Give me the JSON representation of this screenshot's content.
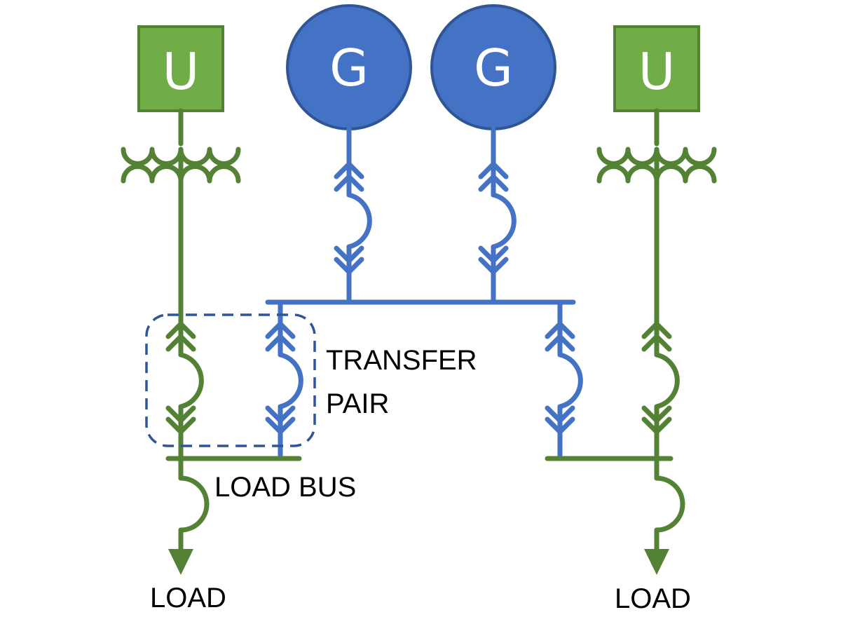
{
  "diagram": {
    "title": "Transfer pair one-line diagram",
    "colors": {
      "utility_fill": "#70AD47",
      "utility_stroke": "#548235",
      "generator_fill": "#4472C4",
      "generator_stroke": "#2F5597",
      "outline_dashed": "#2F5597",
      "text": "#000000"
    },
    "sources": [
      {
        "id": "utility-left",
        "type": "utility",
        "symbol": "square",
        "label": "U"
      },
      {
        "id": "generator-1",
        "type": "generator",
        "symbol": "circle",
        "label": "G"
      },
      {
        "id": "generator-2",
        "type": "generator",
        "symbol": "circle",
        "label": "G"
      },
      {
        "id": "utility-right",
        "type": "utility",
        "symbol": "square",
        "label": "U"
      }
    ],
    "transformers": [
      {
        "id": "transformer-left",
        "source": "utility-left"
      },
      {
        "id": "transformer-right",
        "source": "utility-right"
      }
    ],
    "breakers": [
      {
        "id": "breaker-gen-1",
        "between": [
          "generator-1",
          "paralleling-bus"
        ],
        "color": "blue"
      },
      {
        "id": "breaker-gen-2",
        "between": [
          "generator-2",
          "paralleling-bus"
        ],
        "color": "blue"
      },
      {
        "id": "breaker-utility-left",
        "between": [
          "transformer-left",
          "load-bus-left"
        ],
        "color": "green"
      },
      {
        "id": "breaker-gen-feed-left",
        "between": [
          "paralleling-bus",
          "load-bus-left"
        ],
        "color": "blue"
      },
      {
        "id": "breaker-gen-feed-right",
        "between": [
          "paralleling-bus",
          "load-bus-right"
        ],
        "color": "blue"
      },
      {
        "id": "breaker-utility-right",
        "between": [
          "transformer-right",
          "load-bus-right"
        ],
        "color": "green"
      }
    ],
    "buses": [
      {
        "id": "paralleling-bus",
        "color": "blue"
      },
      {
        "id": "load-bus-left",
        "color": "green"
      },
      {
        "id": "load-bus-right",
        "color": "green"
      }
    ],
    "loads": [
      {
        "id": "load-left",
        "label": "LOAD"
      },
      {
        "id": "load-right",
        "label": "LOAD"
      }
    ],
    "annotations": {
      "transfer_pair_line1": "TRANSFER",
      "transfer_pair_line2": "PAIR",
      "load_bus": "LOAD BUS"
    }
  }
}
